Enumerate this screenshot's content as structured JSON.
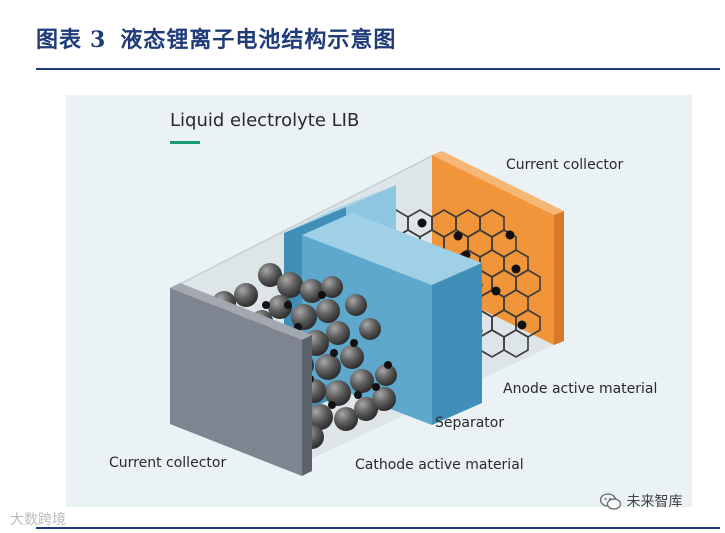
{
  "figure": {
    "label": "图表",
    "number": "3",
    "title": "液态锂离子电池结构示意图"
  },
  "diagram": {
    "heading": "Liquid electrolyte LIB",
    "accent_color": "#1a9b78",
    "labels": {
      "current_collector_top": "Current collector",
      "anode_active_material": "Anode active material",
      "separator": "Separator",
      "cathode_active_material": "Cathode active material",
      "current_collector_bottom": "Current collector"
    },
    "colors": {
      "cathode_collector": "#7f8590",
      "separator": "#5da8cc",
      "anode_collector": "#f0953a",
      "graphite": "#3a3a3a"
    }
  },
  "watermarks": {
    "left": "大数跨境",
    "right": "未来智库"
  }
}
